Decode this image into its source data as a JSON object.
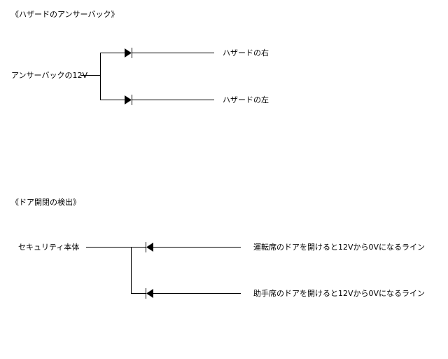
{
  "section1": {
    "heading": "《ハザードのアンサーバック》",
    "source_label": "アンサーバックの12V",
    "output_top_label": "ハザードの右",
    "output_bottom_label": "ハザードの左"
  },
  "section2": {
    "heading": "《ドア開閉の検出》",
    "source_label": "セキュリティ本体",
    "input_top_label": "運転席のドアを開けると12Vから0Vになるライン",
    "input_bottom_label": "助手席のドアを開けると12Vから0Vになるライン"
  }
}
